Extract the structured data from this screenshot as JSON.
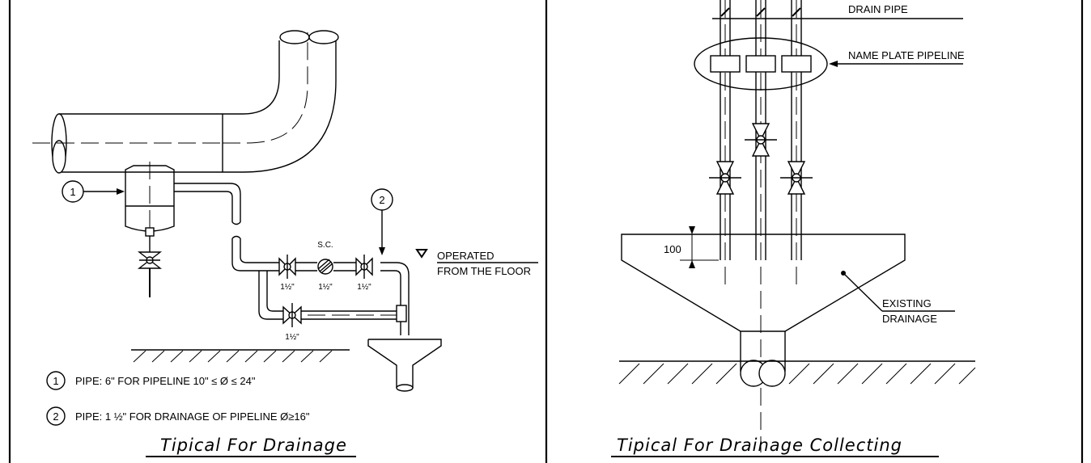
{
  "left": {
    "title": "Tipical For Drainage",
    "balloon_1": "1",
    "balloon_2": "2",
    "sc_label": "S.C.",
    "size_labels": [
      "1½\"",
      "1½\"",
      "1½\"",
      "1½\""
    ],
    "operated_line1": "OPERATED",
    "operated_line2": "FROM THE FLOOR",
    "note_1_num": "1",
    "note_1_text": "PIPE:   6\" FOR PIPELINE  10\" ≤ Ø  ≤ 24\"",
    "note_2_num": "2",
    "note_2_text": "PIPE:   1 ½\" FOR DRAINAGE OF PIPELINE  Ø≥16\""
  },
  "right": {
    "title": "Tipical For Drainage Collecting",
    "drain_pipe": "DRAIN PIPE",
    "name_plate": "NAME PLATE PIPELINE",
    "dimension": "100",
    "existing_line1": "EXISTING",
    "existing_line2": "DRAINAGE"
  }
}
